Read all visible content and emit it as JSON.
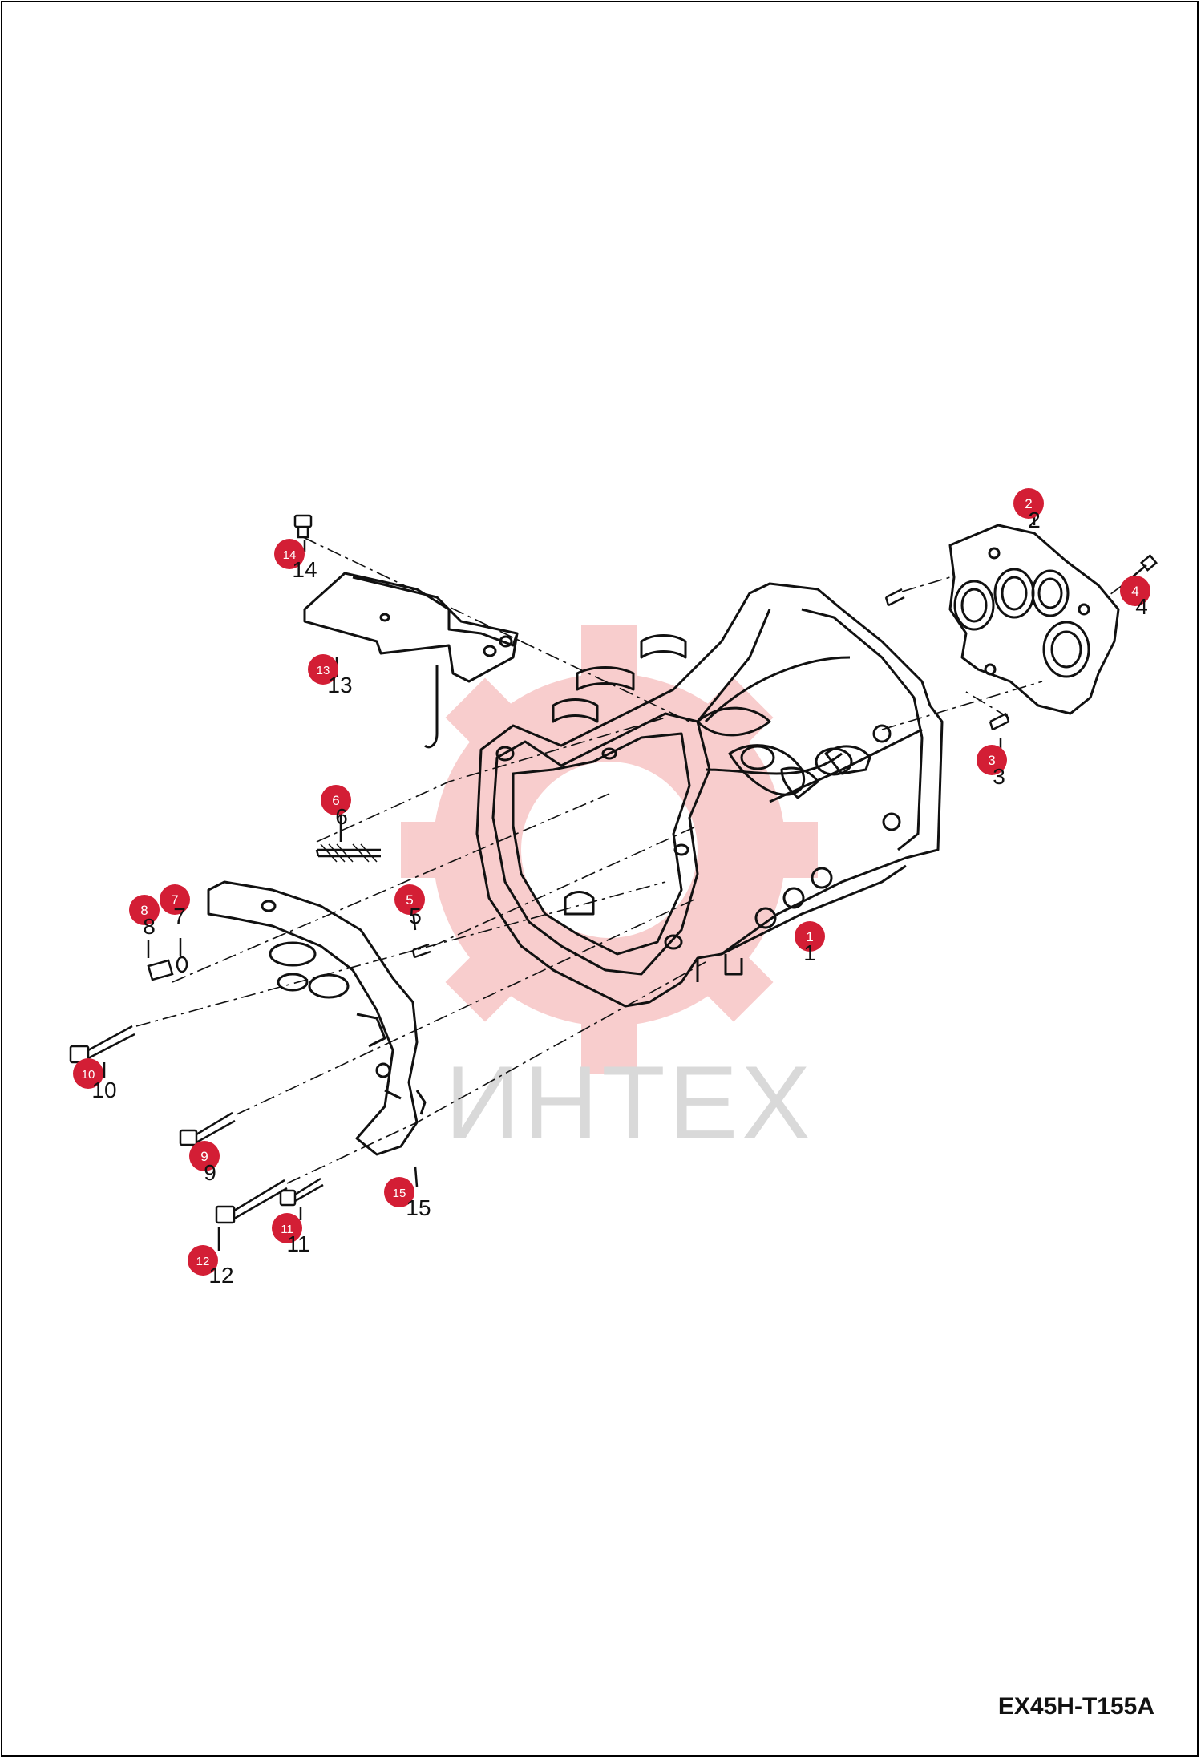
{
  "drawing_code": "EX45H-T155A",
  "watermark_text": "ИНТЕХ",
  "accent_color": "#d31e35",
  "watermark_color": "#d9d9d9",
  "callouts": [
    "1",
    "2",
    "3",
    "4",
    "5",
    "6",
    "7",
    "8",
    "9",
    "10",
    "11",
    "12",
    "13",
    "14",
    "15"
  ]
}
